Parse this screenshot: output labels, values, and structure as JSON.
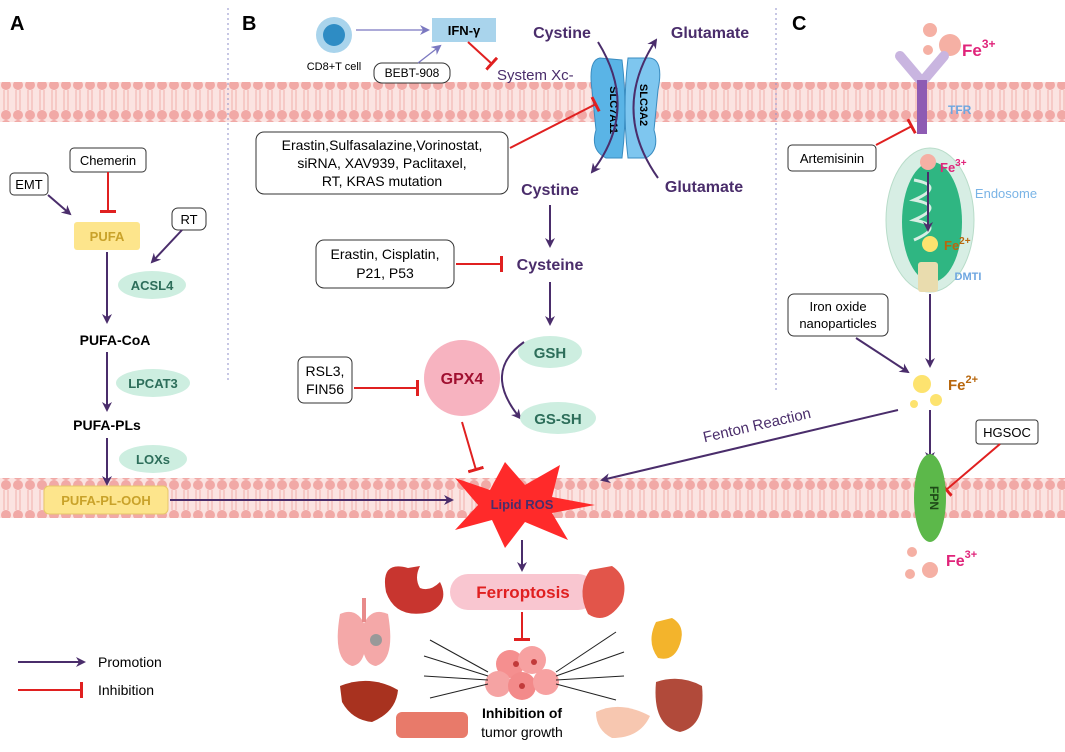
{
  "panels": {
    "a": "A",
    "b": "B",
    "c": "C"
  },
  "panel_a": {
    "emt": "EMT",
    "chemerin": "Chemerin",
    "rt": "RT",
    "pufa": "PUFA",
    "acsl4": "ACSL4",
    "pufa_coa": "PUFA-CoA",
    "lpcat3": "LPCAT3",
    "pufa_pls": "PUFA-PLs",
    "loxs": "LOXs",
    "pufa_pl_ooh": "PUFA-PL-OOH"
  },
  "panel_b": {
    "cd8": "CD8+T cell",
    "ifn": "IFN-γ",
    "bebt": "BEBT-908",
    "system_xc": "System Xc-",
    "cystine_top": "Cystine",
    "glutamate_top": "Glutamate",
    "slc7a11": "SLC7A11",
    "slc3a2": "SLC3A2",
    "inhibitors_lines": [
      "Erastin,Sulfasalazine,Vorinostat,",
      "siRNA, XAV939, Paclitaxel,",
      "RT, KRAS mutation"
    ],
    "cystine_bottom": "Cystine",
    "glutamate_bottom": "Glutamate",
    "cysteine_inhibitors_lines": [
      "Erastin, Cisplatin,",
      "P21, P53"
    ],
    "cysteine": "Cysteine",
    "gsh": "GSH",
    "gssh": "GS-SH",
    "gpx4_inhibitors_lines": [
      "RSL3,",
      "FIN56"
    ],
    "gpx4": "GPX4",
    "lipid_ros": "Lipid ROS",
    "ferroptosis": "Ferroptosis",
    "outcome_line1": "Inhibition of",
    "outcome_line2": "tumor growth",
    "fenton": "Fenton Reaction"
  },
  "panel_c": {
    "fe3_top": "Fe",
    "fe3_sup": "3+",
    "tfr": "TFR",
    "artemisinin": "Artemisinin",
    "fe3_endo": "Fe",
    "fe3_endo_sup": "3+",
    "endosome": "Endosome",
    "fe2_endo": "Fe",
    "fe2_endo_sup": "2+",
    "dmti": "DMTI",
    "iron_oxide_lines": [
      "Iron oxide",
      "nanoparticles"
    ],
    "fe2_free": "Fe",
    "fe2_free_sup": "2+",
    "hgsoc": "HGSOC",
    "fpn": "FPN",
    "fe3_bottom": "Fe",
    "fe3_bottom_sup": "3+"
  },
  "legend": {
    "promotion": "Promotion",
    "inhibition": "Inhibition"
  },
  "colors": {
    "promotion": "#4a2d6b",
    "inhibition": "#e02020",
    "membrane": "#f4b9b6",
    "mint": "#cdeee0",
    "pufa_fill": "#fde58c",
    "gpx4": "#f7b3c0",
    "lipid_ros": "#ff2a2a",
    "fe3": "#e0247a",
    "fe2": "#b8670d"
  }
}
